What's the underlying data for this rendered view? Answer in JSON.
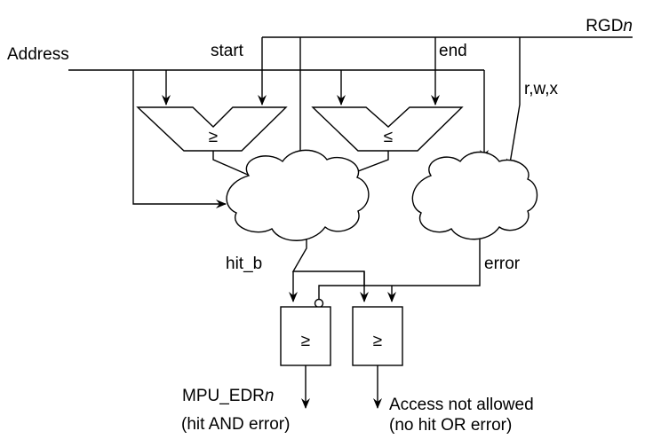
{
  "labels": {
    "rgd_prefix": "RGD",
    "rgd_suffix": "n",
    "address": "Address",
    "start": "start",
    "end": "end",
    "rwx": "r,w,x",
    "hit_b": "hit_b",
    "error": "error",
    "mpu_prefix": "MPU_EDR",
    "mpu_suffix": "n",
    "hit_and_error": "(hit AND error)",
    "access_not_allowed": "Access not allowed",
    "no_hit_or_error": "(no hit OR error)"
  },
  "comparators": {
    "left_symbol": "≥",
    "right_symbol": "≤"
  },
  "gates": {
    "left_symbol": "≥",
    "right_symbol": "≥"
  }
}
